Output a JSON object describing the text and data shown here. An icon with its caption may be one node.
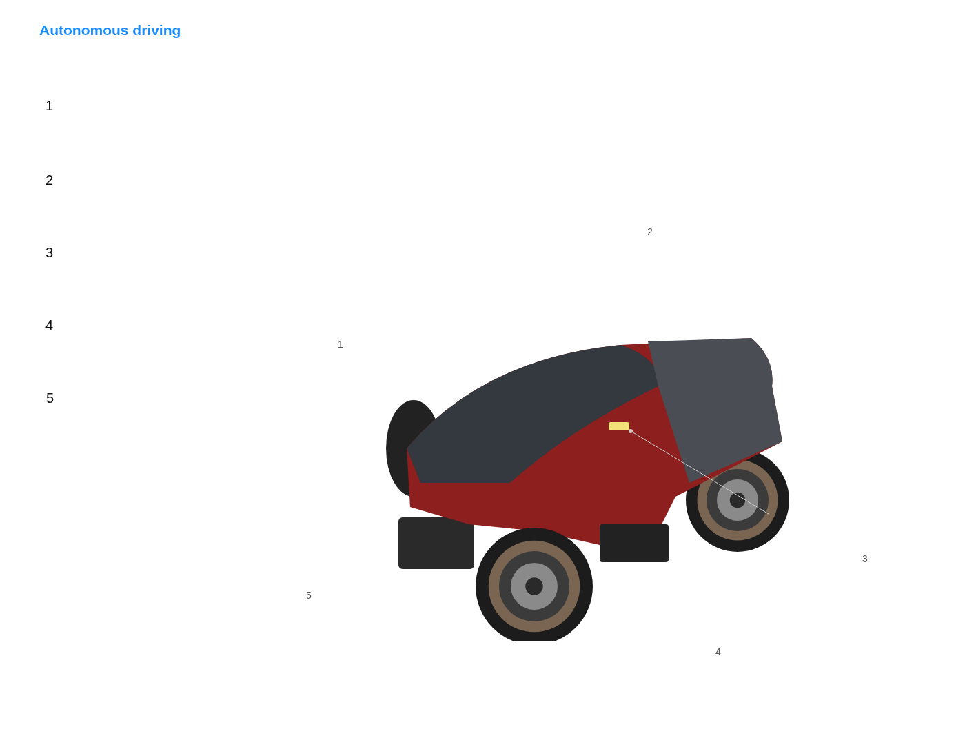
{
  "diagram": {
    "title": "Autonomous driving",
    "labels": [
      "1",
      "2",
      "3",
      "4",
      "5",
      "2",
      "1",
      "3",
      "5",
      "4"
    ]
  }
}
